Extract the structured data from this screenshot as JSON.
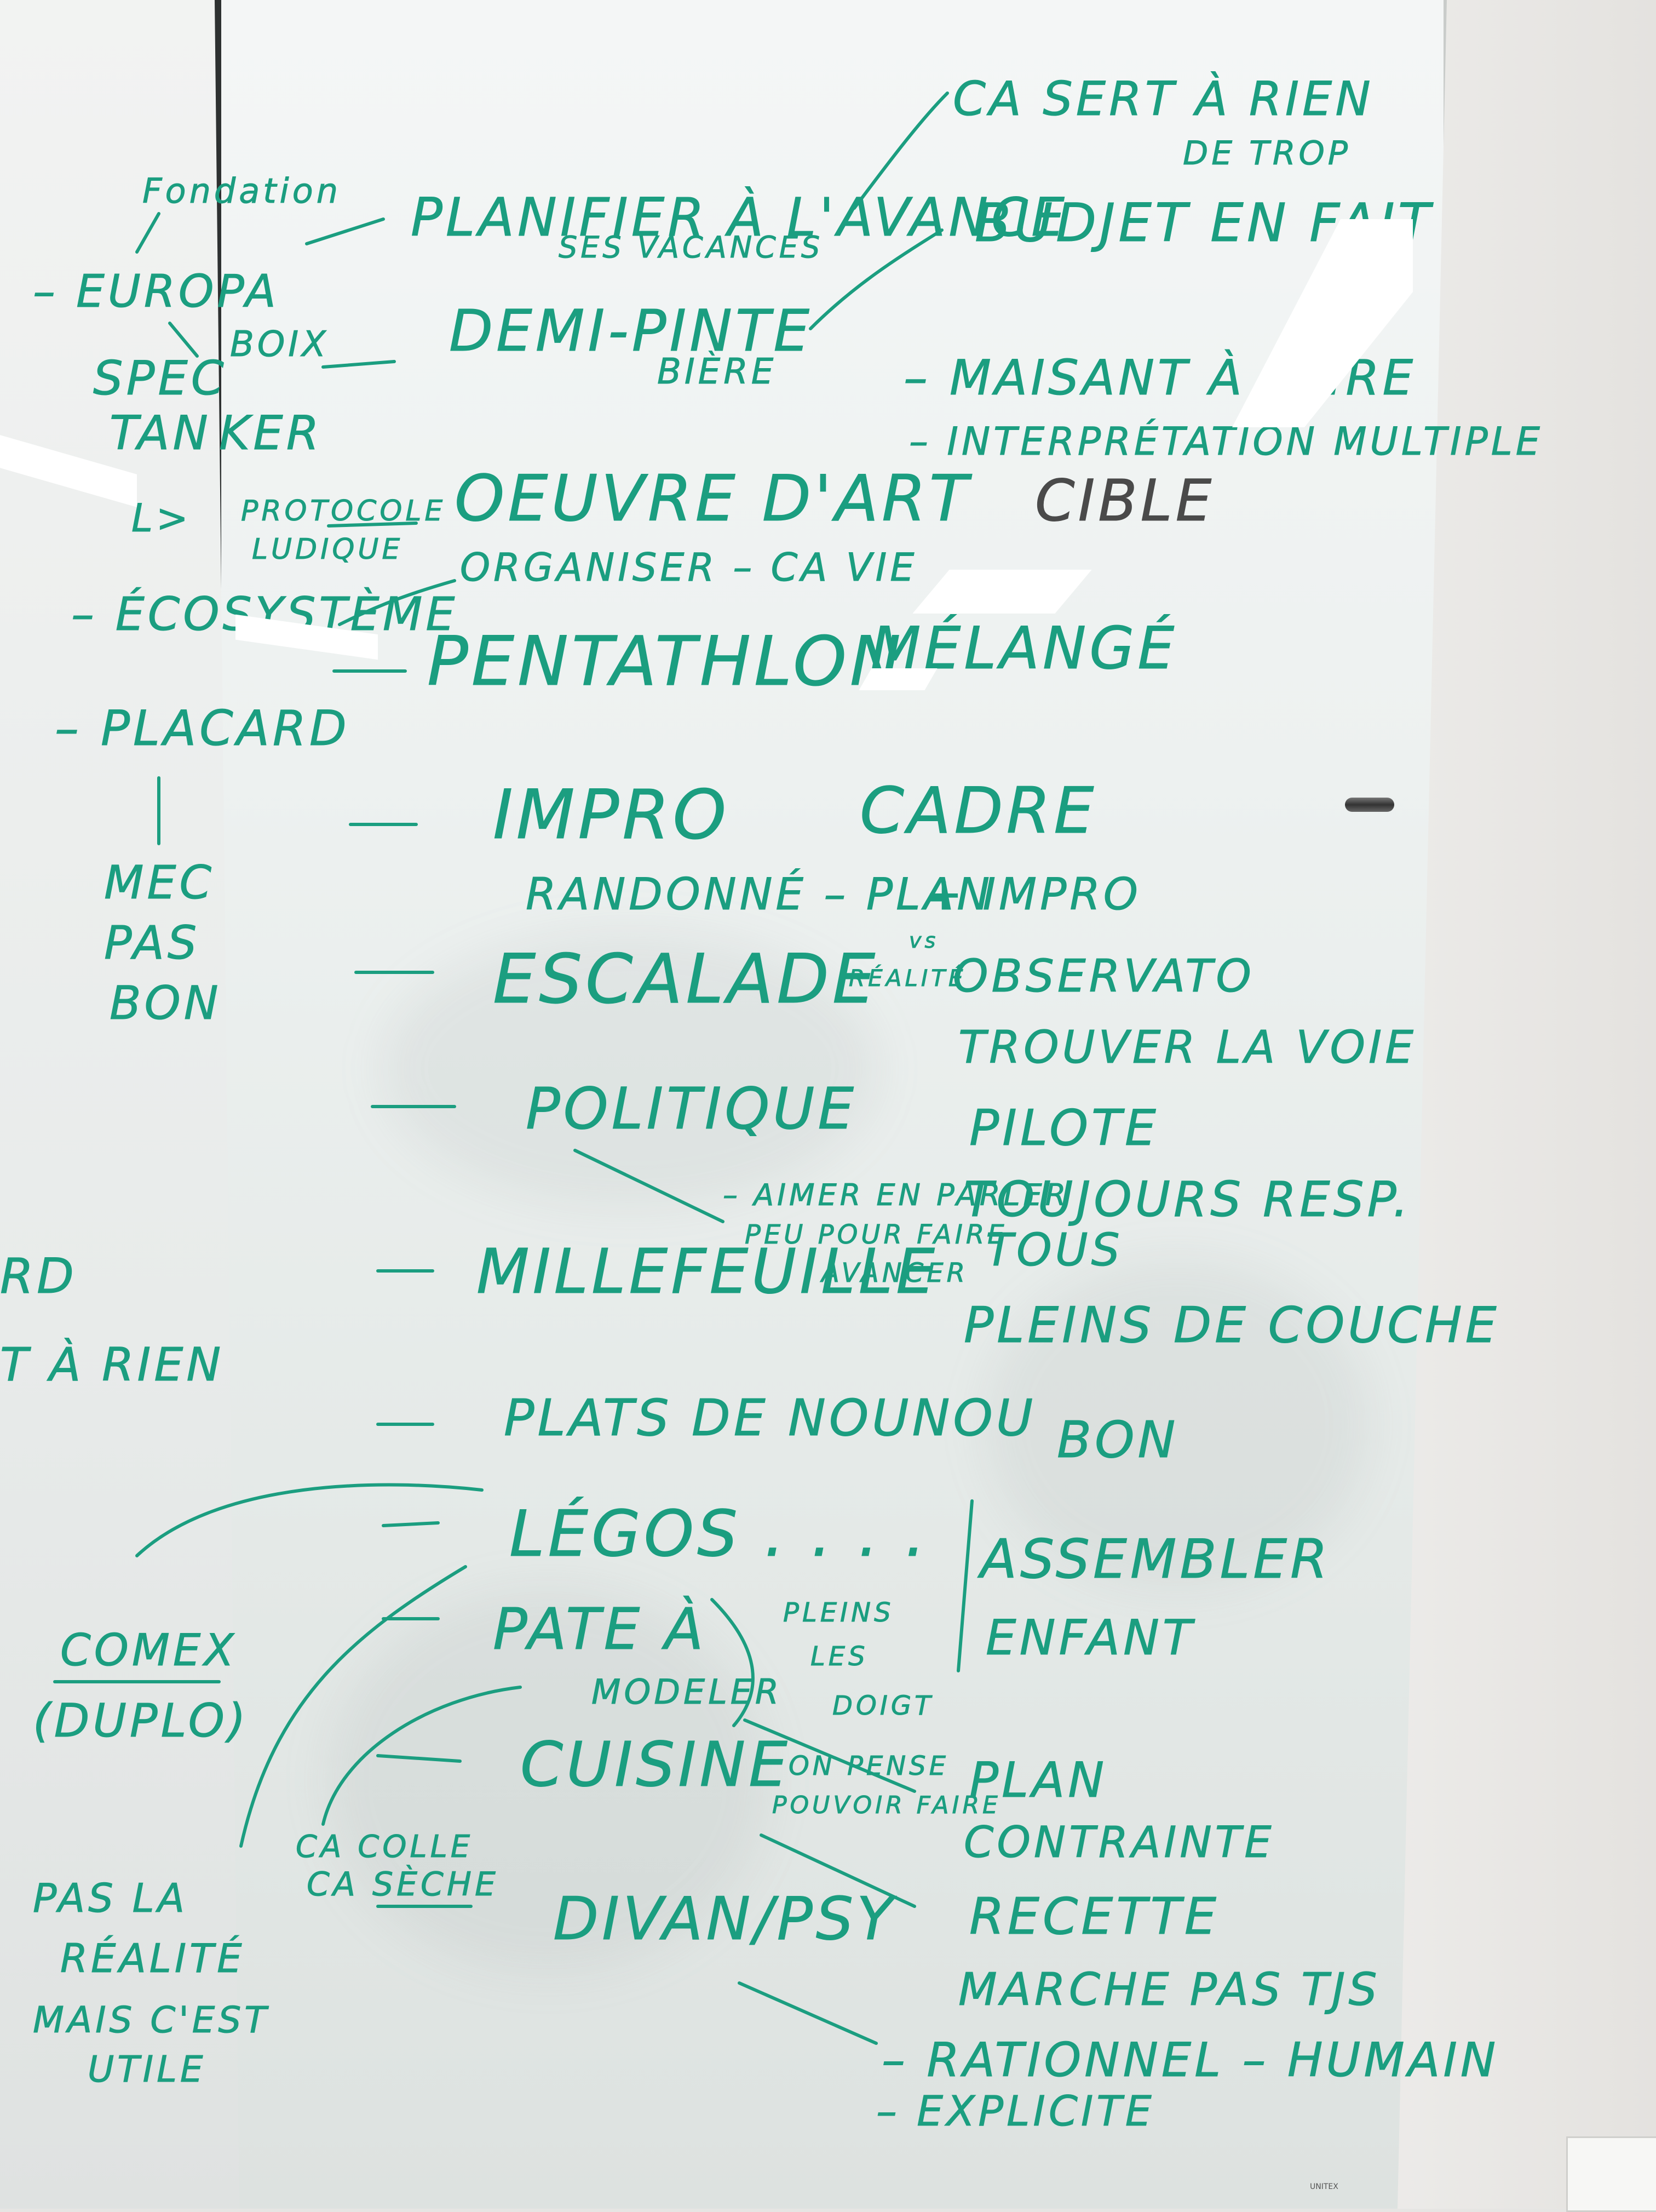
{
  "colors": {
    "marker": "#1b9e80",
    "cible_marker": "#4a4a4a",
    "board": "#eef1f0",
    "frame": "#2e3131"
  },
  "left_board": {
    "fondation": "Fondation",
    "europa": "– EUROPA",
    "spectanker_1": "SPEC",
    "spectanker_2": "TAN",
    "spectanker_3": "KER",
    "arrow": "L>",
    "ecosysteme": "– ÉCOSYSTÈME",
    "placard": "– PLACARD",
    "mec_pas_bon_1": "MEC",
    "mec_pas_bon_2": "PAS",
    "mec_pas_bon_3": "BON",
    "rd": "RD",
    "t_a_rien": "T À RIEN",
    "comex": "COMEX",
    "duplo": "(DUPLO)",
    "pas_la_realite_1": "PAS LA",
    "pas_la_realite_2": "RÉALITÉ",
    "pas_la_realite_3": "MAIS C'EST",
    "pas_la_realite_4": "UTILE",
    "ca_colle_1": "CA COLLE",
    "ca_colle_2": "CA SÈCHE"
  },
  "main_board": {
    "planifier": "PLANIFIER À L'AVANCE",
    "ses_vacances": "SES VACANCES",
    "ca_sert": "CA SERT À RIEN",
    "de_trop": "DE TROP",
    "budjet": "BUDJET EN FAIT",
    "demi_pinte": "DEMI-PINTE",
    "biere": "BIÈRE",
    "boix": "BOIX",
    "maisant": "– MAISANT À FAIRE",
    "interpretation": "– INTERPRÉTATION MULTIPLE",
    "cible": "CIBLE",
    "protocole": "PROTOCOLE",
    "ludique": "LUDIQUE",
    "oeuvre": "OEUVRE D'ART",
    "organiser": "ORGANISER – CA VIE",
    "pentathlon": "PENTATHLON",
    "melange": "MÉLANGÉ",
    "impro": "IMPRO",
    "cadre": "CADRE",
    "plus_impro": "+ IMPRO",
    "randonnee": "RANDONNÉ – PLAN",
    "vs_realite_1": "vs",
    "vs_realite_2": "RÉALITÉ",
    "escalade": "ESCALADE",
    "observatoire": "OBSERVATO",
    "trouver_la_voie": "TROUVER LA VOIE",
    "politique": "POLITIQUE",
    "pilote": "PILOTE",
    "aimer_en_parler": "– AIMER EN PARLER",
    "peu_pour_faire": "PEU POUR FAIRE",
    "avancer": "AVANCER",
    "toujours_resp": "TOUJOURS RESP.",
    "tous": "TOUS",
    "millefeuille": "MILLEFEUILLE",
    "pleins_de_couche": "PLEINS DE COUCHE",
    "plats_de_nounou": "PLATS DE NOUNOU",
    "bon": "BON",
    "legos": "LÉGOS . . . .",
    "assembler": "ASSEMBLER",
    "enfant": "ENFANT",
    "pate_a": "PATE À",
    "modeler": "MODELER",
    "pleins_les_doigts_1": "PLEINS",
    "pleins_les_doigts_2": "LES",
    "pleins_les_doigts_3": "DOIGT",
    "cuisine": "CUISINE",
    "on_pense_1": "ON PENSE",
    "on_pense_2": "POUVOIR FAIRE",
    "plan": "PLAN",
    "contrainte": "CONTRAINTE",
    "divan_psy": "DIVAN/PSY",
    "recette": "RECETTE",
    "marche_pas": "MARCHE PAS TJS",
    "rationnel_humain": "– RATIONNEL – HUMAIN",
    "explicite": "– EXPLICITE"
  },
  "brand": "UNITEX"
}
